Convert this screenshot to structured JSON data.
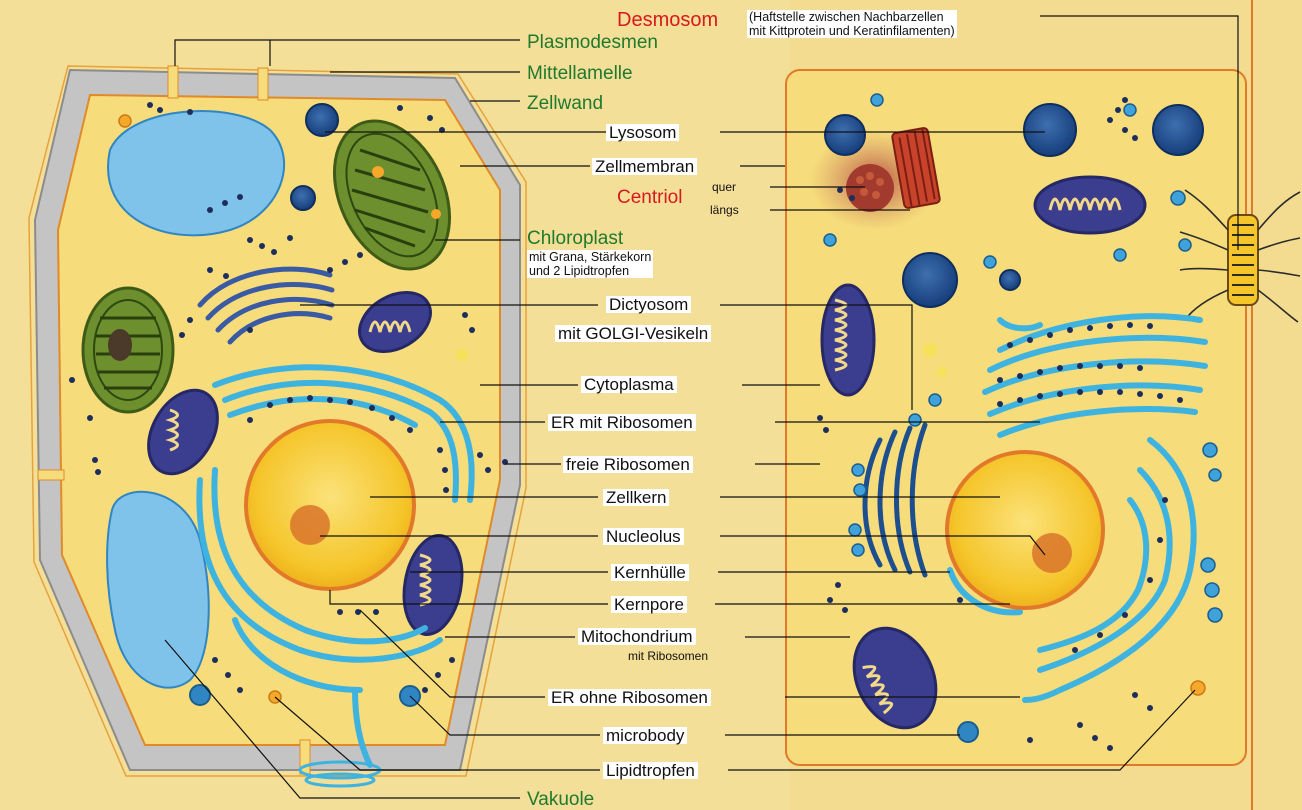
{
  "labels": {
    "desmosom": "Desmosom",
    "desmosom_note": "(Haftstelle zwischen Nachbarzellen\nmit Kittprotein und Keratinfilamenten)",
    "plasmodesmen": "Plasmodesmen",
    "mittellamelle": "Mittellamelle",
    "zellwand": "Zellwand",
    "lysosom": "Lysosom",
    "zellmembran": "Zellmembran",
    "centriol": "Centriol",
    "quer": "quer",
    "laengs": "längs",
    "chloroplast": "Chloroplast",
    "chloroplast_note": "mit Grana, Stärkekorn\nund 2 Lipidtropfen",
    "dictyosom": "Dictyosom",
    "golgi": "mit GOLGI-Vesikeln",
    "cytoplasma": "Cytoplasma",
    "er_ribosomen": "ER mit Ribosomen",
    "freie_ribosomen": "freie Ribosomen",
    "zellkern": "Zellkern",
    "nucleolus": "Nucleolus",
    "kernhuelle": "Kernhülle",
    "kernpore": "Kernpore",
    "mitochondrium": "Mitochondrium",
    "mit_ribosomen": "mit Ribosomen",
    "er_ohne": "ER ohne Ribosomen",
    "microbody": "microbody",
    "lipidtropfen": "Lipidtropfen",
    "vakuole": "Vakuole"
  },
  "colors": {
    "cytoplasm": "#f6dc7a",
    "cell_wall": "#b9b9b9",
    "vacuole": "#7fc3ea",
    "chloroplast": "#5c7d2a",
    "mitochondrion": "#3b3d8f",
    "er": "#3fb3e0",
    "nucleus": "#f5c52a",
    "nucleolus": "#d9742a",
    "ribosome": "#1d2d5c",
    "label_green": "#1f7a2e",
    "label_red": "#d71920"
  }
}
